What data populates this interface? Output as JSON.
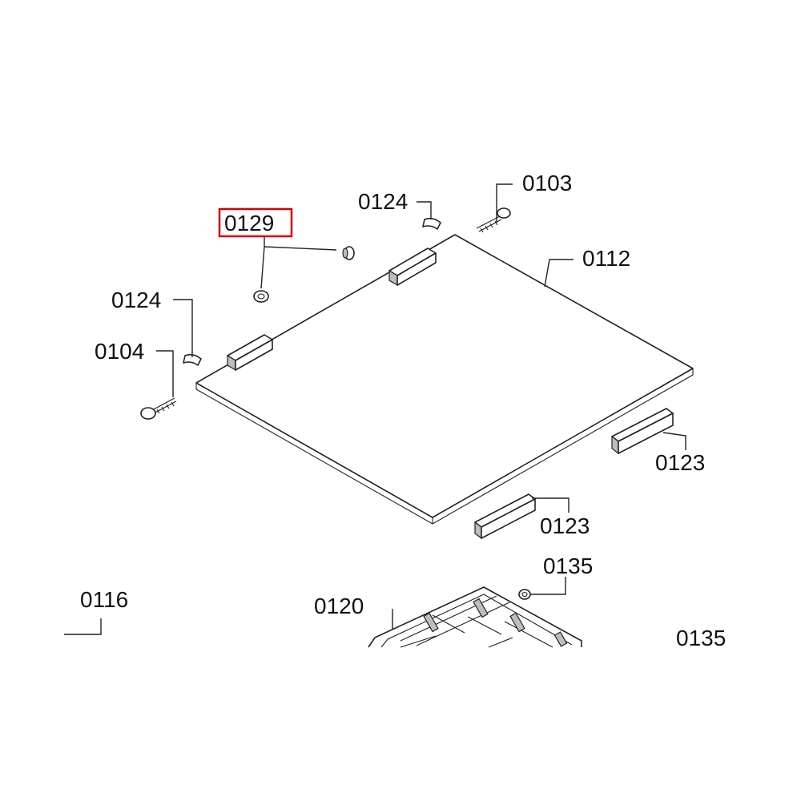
{
  "labels": {
    "l0103": "0103",
    "l0124_top": "0124",
    "l0129": "0129",
    "l0112": "0112",
    "l0124_left": "0124",
    "l0104": "0104",
    "l0123_right": "0123",
    "l0123_bottom": "0123",
    "l0135_mid": "0135",
    "l0116": "0116",
    "l0120": "0120",
    "l0135_right": "0135"
  },
  "highlighted_label": "0129",
  "colors": {
    "highlight": "#d40000",
    "line": "#222222",
    "background": "#ffffff"
  }
}
